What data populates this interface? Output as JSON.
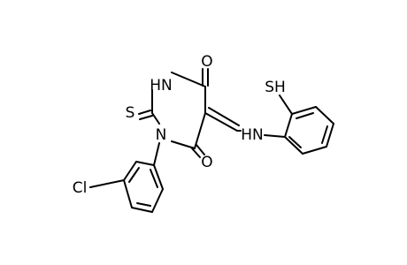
{
  "diagram": {
    "type": "chemical-structure",
    "atoms": [
      {
        "id": "o_top",
        "text": "O"
      },
      {
        "id": "nh_ring",
        "text": "HN"
      },
      {
        "id": "s_thione",
        "text": "S"
      },
      {
        "id": "n_ring",
        "text": "N"
      },
      {
        "id": "o_bottom",
        "text": "O"
      },
      {
        "id": "nh_amine",
        "text": "HN"
      },
      {
        "id": "sh",
        "text": "SH"
      },
      {
        "id": "cl",
        "text": "Cl"
      }
    ],
    "colors": {
      "bond": "#000000",
      "background": "#ffffff"
    }
  }
}
